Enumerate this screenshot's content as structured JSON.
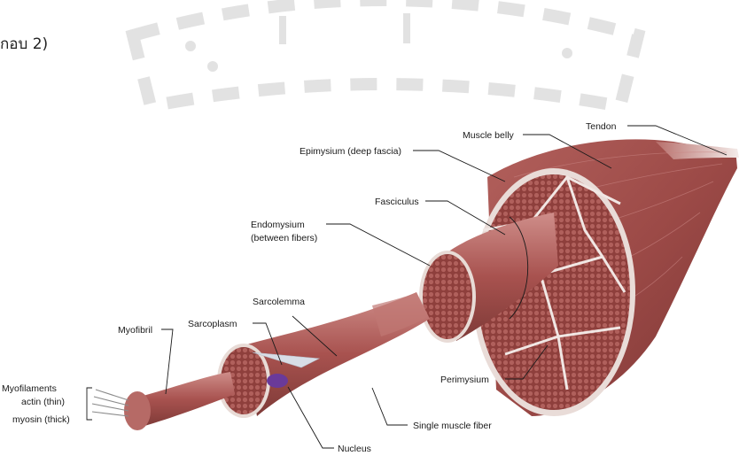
{
  "header": {
    "text": "กอบ 2)"
  },
  "labels": {
    "tendon": "Tendon",
    "muscle_belly": "Muscle belly",
    "epimysium": "Epimysium (deep fascia)",
    "fasciculus": "Fasciculus",
    "endomysium_1": "Endomysium",
    "endomysium_2": "(between fibers)",
    "sarcolemma": "Sarcolemma",
    "sarcoplasm": "Sarcoplasm",
    "myofibril": "Myofibril",
    "myofilaments": "Myofilaments",
    "actin": "actin (thin)",
    "myosin": "myosin (thick)",
    "perimysium": "Perimysium",
    "single_muscle_fiber": "Single muscle fiber",
    "nucleus": "Nucleus"
  },
  "colors": {
    "muscle": "#a5524f",
    "muscle_dark": "#7a3432",
    "muscle_light": "#c98583",
    "fascia": "#ece2de",
    "tendon": "#d9c6c4",
    "nucleus": "#6a3a9a"
  }
}
